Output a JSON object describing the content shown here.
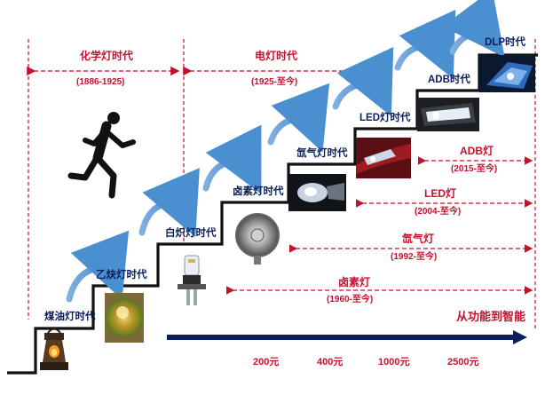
{
  "eras": {
    "chemical": {
      "name": "化学灯时代",
      "years": "(1886-1925)"
    },
    "electric": {
      "name": "电灯时代",
      "years": "(1925-至今)"
    }
  },
  "steps": [
    {
      "label": "煤油灯时代"
    },
    {
      "label": "乙炔灯时代"
    },
    {
      "label": "白炽灯时代"
    },
    {
      "label": "卤素灯时代"
    },
    {
      "label": "氙气灯时代"
    },
    {
      "label": "LED灯时代"
    },
    {
      "label": "ADB时代"
    },
    {
      "label": "DLP时代"
    }
  ],
  "ranges": [
    {
      "name": "ADB灯",
      "years": "(2015-至今)"
    },
    {
      "name": "LED灯",
      "years": "(2004-至今)"
    },
    {
      "name": "氙气灯",
      "years": "(1992-至今)"
    },
    {
      "name": "卤素灯",
      "years": "(1960-至今)"
    }
  ],
  "trend_label": "从功能到智能",
  "prices": [
    "200元",
    "400元",
    "1000元",
    "2500元"
  ],
  "colors": {
    "accent_red": "#c8102e",
    "navy": "#0b1f5c",
    "arrow_blue": "#4a8fd0"
  }
}
